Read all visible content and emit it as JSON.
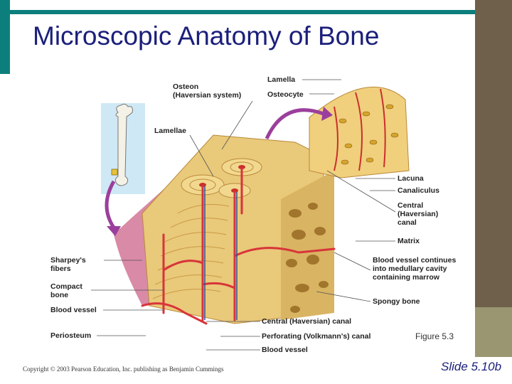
{
  "slide": {
    "title": "Microscopic Anatomy of Bone",
    "figure_caption": "Figure 5.3",
    "copyright": "Copyright © 2003 Pearson Education, Inc. publishing as Benjamin Cummings",
    "slide_number": "Slide 5.10b"
  },
  "diagram": {
    "labels": {
      "osteon": "Osteon\n(Haversian system)",
      "lamellae": "Lamellae",
      "lamella": "Lamella",
      "osteocyte": "Osteocyte",
      "lacuna": "Lacuna",
      "canaliculus": "Canaliculus",
      "central_canal_right": "Central\n(Haversian)\ncanal",
      "matrix": "Matrix",
      "blood_vessel_continues": "Blood vessel continues\ninto medullary cavity\ncontaining marrow",
      "spongy_bone": "Spongy bone",
      "sharpeys_fibers": "Sharpey's\nfibers",
      "compact_bone": "Compact\nbone",
      "blood_vessel_left": "Blood vessel",
      "periosteum": "Periosteum",
      "central_canal_bottom": "Central (Haversian) canal",
      "perforating_canal": "Perforating (Volkmann's) canal",
      "blood_vessel_bottom": "Blood vessel"
    },
    "colors": {
      "bone": "#e9c97a",
      "bone_dark": "#c99a45",
      "vessel": "#d8343a",
      "periosteum": "#d98aa6",
      "arrow": "#9b3f9c",
      "leader": "#555555"
    }
  }
}
